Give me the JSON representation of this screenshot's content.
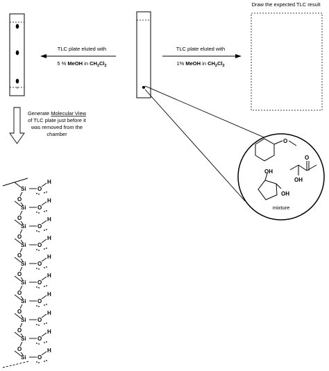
{
  "result_box": {
    "title": "Draw the expected TLC result"
  },
  "left_arrow": {
    "line1": "TLC plate eluted with",
    "line2_prefix": "5 % ",
    "line2_bold": "MeOH",
    "line2_mid": " in ",
    "line2_solvent": "CH",
    "line2_sub1": "2",
    "line2_cl": "Cl",
    "line2_sub2": "2"
  },
  "right_arrow": {
    "line1": "TLC plate eluted with",
    "line2_prefix": "1% ",
    "line2_bold": "MeOH",
    "line2_mid": " in ",
    "line2_solvent": "CH",
    "line2_sub1": "2",
    "line2_cl": "Cl",
    "line2_sub2": "2"
  },
  "generate_text": {
    "line1_a": "Generate ",
    "line1_b": "Molecular View",
    "line2": "of TLC plate just before it",
    "line3": "was removed from the",
    "line4": "chamber"
  },
  "mixture": {
    "label": "mixture",
    "oh1": "OH",
    "oh2": "OH",
    "oh3": "OH",
    "o_ketone": "O",
    "o_ether": "O"
  },
  "silica": {
    "si_label": "Si",
    "o_label": "O",
    "h_label": "H",
    "unit_count": 10
  }
}
